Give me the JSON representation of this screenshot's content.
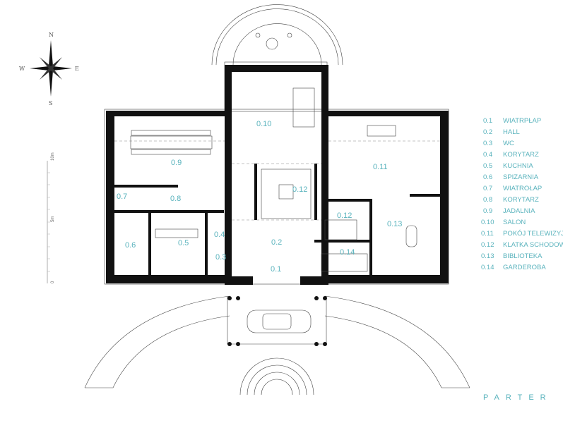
{
  "compass": {
    "n": "N",
    "e": "E",
    "s": "S",
    "w": "W"
  },
  "scale": {
    "top": "10m",
    "mid": "5m",
    "bottom": "0"
  },
  "rooms": {
    "r01": "0.1",
    "r02": "0.2",
    "r03": "0.3",
    "r04": "0.4",
    "r05": "0.5",
    "r06": "0.6",
    "r07": "0.7",
    "r08": "0.8",
    "r09": "0.9",
    "r10": "0.10",
    "r11": "0.11",
    "r12a": "0.12",
    "r12b": "0.12",
    "r13": "0.13",
    "r14": "0.14"
  },
  "legend": [
    {
      "num": "0.1",
      "name": "WIATRPŁAP"
    },
    {
      "num": "0.2",
      "name": "HALL"
    },
    {
      "num": "0.3",
      "name": "WC"
    },
    {
      "num": "0.4",
      "name": "KORYTARZ"
    },
    {
      "num": "0.5",
      "name": "KUCHNIA"
    },
    {
      "num": "0.6",
      "name": "SPIZARNIA"
    },
    {
      "num": "0.7",
      "name": "WIATROŁAP"
    },
    {
      "num": "0.8",
      "name": "KORYTARZ"
    },
    {
      "num": "0.9",
      "name": "JADALNIA"
    },
    {
      "num": "0.10",
      "name": "SALON"
    },
    {
      "num": "0.11",
      "name": "POKÓJ TELEWIZYJNY"
    },
    {
      "num": "0.12",
      "name": "KLATKA SCHODOWA"
    },
    {
      "num": "0.13",
      "name": "BIBLIOTEKA"
    },
    {
      "num": "0.14",
      "name": "GARDEROBA"
    }
  ],
  "title": "PARTER",
  "colors": {
    "accent": "#5ab3bd",
    "wall": "#111111"
  }
}
